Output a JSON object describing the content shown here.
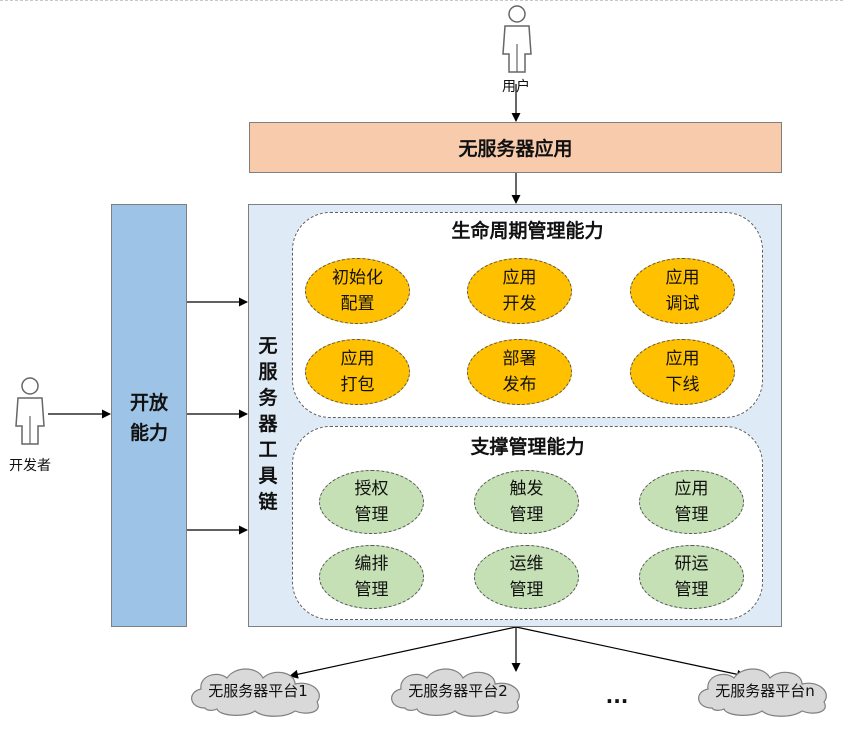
{
  "user_label": "用户",
  "developer_label": "开发者",
  "app_box": "无服务器应用",
  "open_box": {
    "line1": "开放",
    "line2": "能力"
  },
  "toolchain_chars": [
    "无",
    "服",
    "务",
    "器",
    "工",
    "具",
    "链"
  ],
  "lifecycle": {
    "title": "生命周期管理能力",
    "items": [
      {
        "l1": "初始化",
        "l2": "配置"
      },
      {
        "l1": "应用",
        "l2": "开发"
      },
      {
        "l1": "应用",
        "l2": "调试"
      },
      {
        "l1": "应用",
        "l2": "打包"
      },
      {
        "l1": "部署",
        "l2": "发布"
      },
      {
        "l1": "应用",
        "l2": "下线"
      }
    ]
  },
  "support": {
    "title": "支撑管理能力",
    "items": [
      {
        "l1": "授权",
        "l2": "管理"
      },
      {
        "l1": "触发",
        "l2": "管理"
      },
      {
        "l1": "应用",
        "l2": "管理"
      },
      {
        "l1": "编排",
        "l2": "管理"
      },
      {
        "l1": "运维",
        "l2": "管理"
      },
      {
        "l1": "研运",
        "l2": "管理"
      }
    ]
  },
  "platforms": [
    "无服务器平台1",
    "无服务器平台2",
    "无服务器平台n"
  ],
  "ellipsis": "...",
  "colors": {
    "app_fill": "#f8cbad",
    "open_fill": "#9dc3e6",
    "toolchain_fill": "#deebf7",
    "lifecycle_fill": "#ffc000",
    "support_fill": "#c5e0b4",
    "cloud_fill": "#d9d9d9"
  }
}
